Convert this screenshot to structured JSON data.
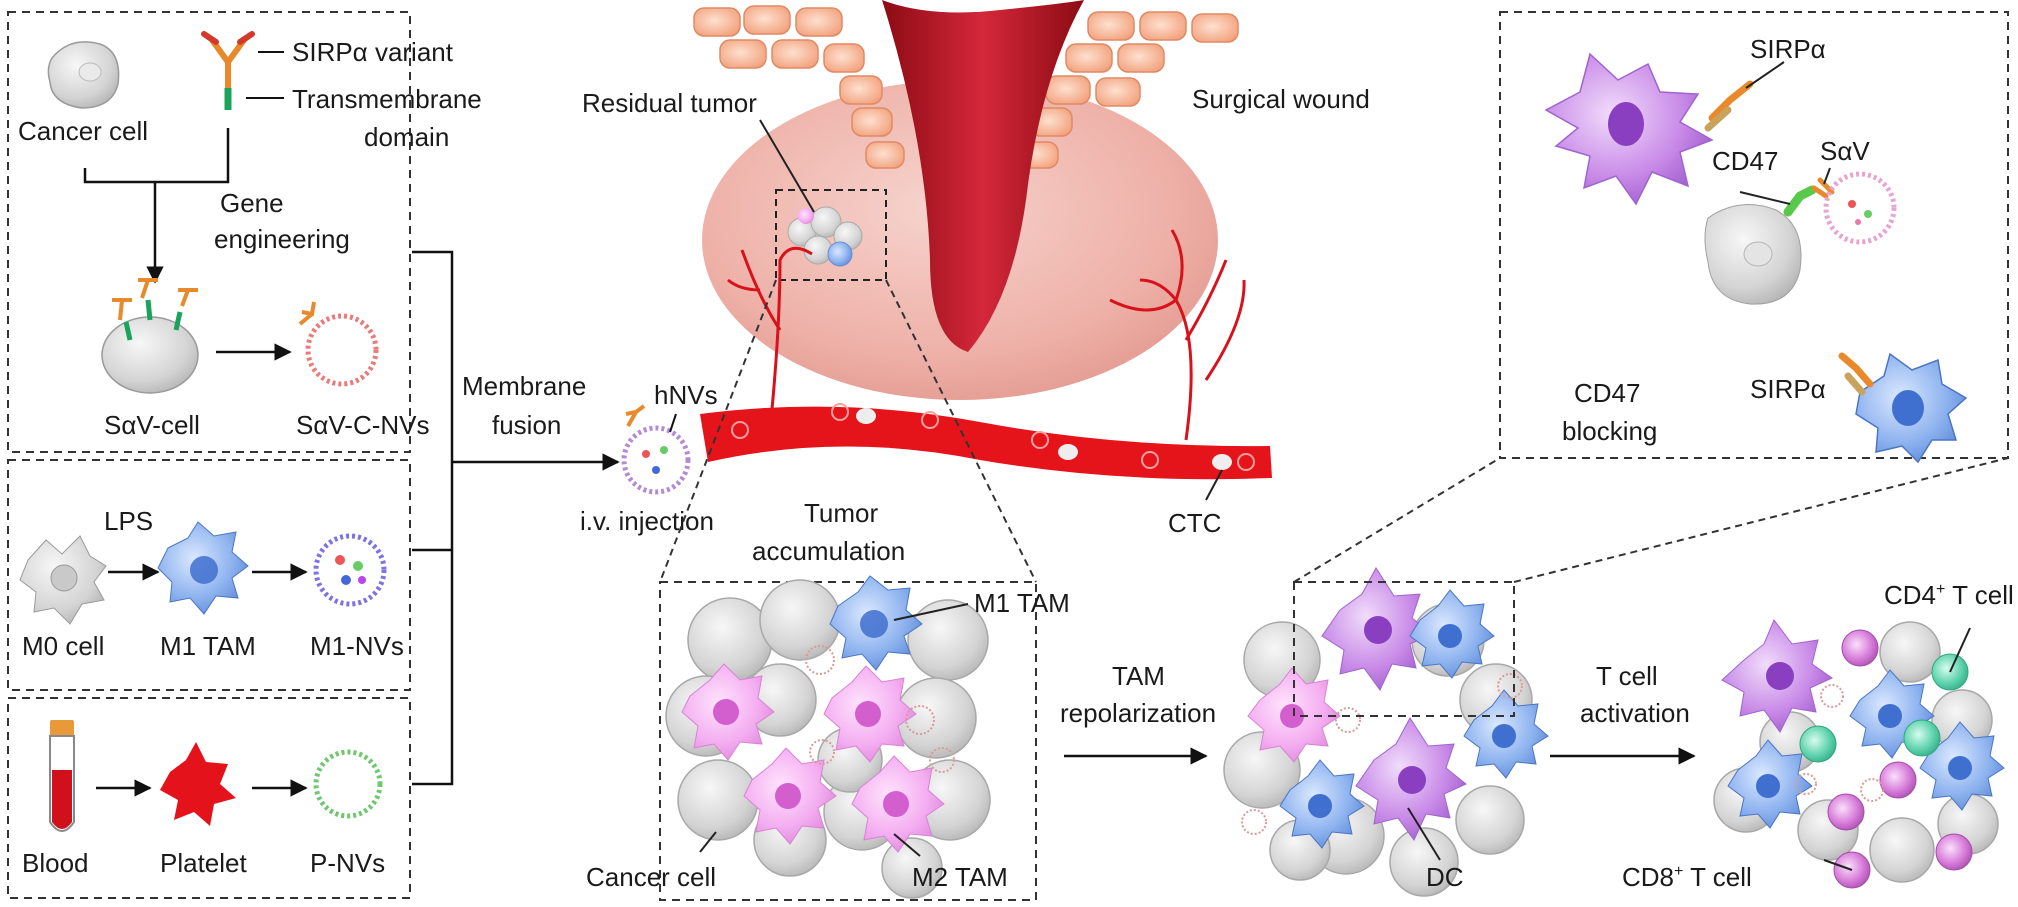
{
  "colors": {
    "cancer_gray": "#d6d6d6",
    "m1_blue": "#7ea7ec",
    "m2_pink": "#f2a4ef",
    "dc_purple": "#c789e6",
    "cd4_green": "#5fd3ad",
    "cd8_magenta": "#d67bd9",
    "vessel_red": "#e5141a",
    "tumor_pink": "#eeb1a8",
    "wound_red": "#a9111a",
    "skin_orange": "#f6b08c"
  },
  "panel_sav": {
    "cancer_cell": "Cancer cell",
    "sirpa_variant": "SIRPα variant",
    "transmembrane_1": "Transmembrane",
    "transmembrane_2": "domain",
    "gene_eng_1": "Gene",
    "gene_eng_2": "engineering",
    "sav_cell": "SαV-cell",
    "sav_cnvs": "SαV-C-NVs"
  },
  "panel_m1": {
    "lps": "LPS",
    "m0": "M0 cell",
    "m1tam": "M1 TAM",
    "m1nvs": "M1-NVs"
  },
  "panel_p": {
    "blood": "Blood",
    "platelet": "Platelet",
    "pnvs": "P-NVs"
  },
  "fusion": {
    "line1": "Membrane",
    "line2": "fusion",
    "hnvs": "hNVs",
    "iv": "i.v. injection"
  },
  "tumor_site": {
    "residual": "Residual tumor",
    "surgical": "Surgical wound",
    "ctc": "CTC",
    "accum_1": "Tumor",
    "accum_2": "accumulation"
  },
  "zoom_tumor": {
    "m1tam": "M1 TAM",
    "cancer": "Cancer cell",
    "m2tam": "M2 TAM"
  },
  "tam_rep": {
    "line1": "TAM",
    "line2": "repolarization",
    "dc": "DC"
  },
  "cd47_panel": {
    "sirpa_top": "SIRPα",
    "cd47": "CD47",
    "sav": "SαV",
    "sirpa_bottom": "SIRPα",
    "block_1": "CD47",
    "block_2": "blocking"
  },
  "tcell": {
    "line1": "T cell",
    "line2": "activation",
    "cd4": "CD4",
    "cd4_sup": "+",
    "cd4_tail": " T cell",
    "cd8": "CD8",
    "cd8_sup": "+",
    "cd8_tail": " T cell"
  }
}
